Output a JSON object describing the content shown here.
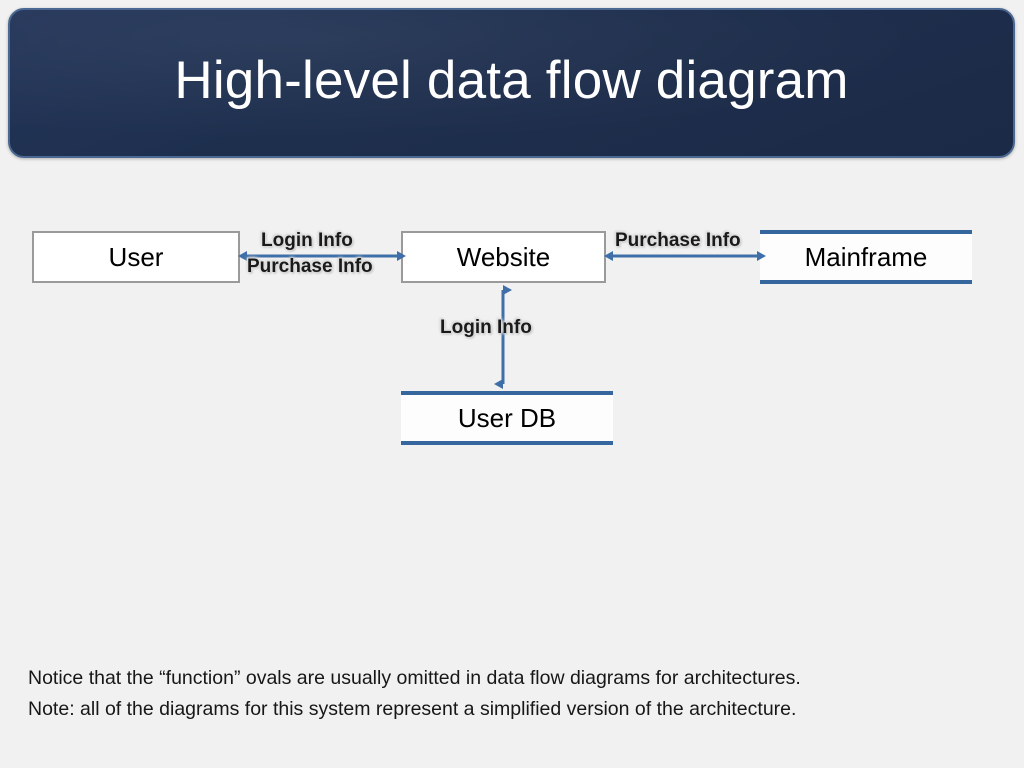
{
  "slide": {
    "background_color": "#f1f1f1",
    "title": "High-level data flow diagram",
    "title_banner_color": "#1e2f4e",
    "title_banner_border_color": "#4a6891",
    "title_text_color": "#ffffff"
  },
  "diagram": {
    "accent_color": "#35679e",
    "connector_color": "#3f6fa8",
    "rect_border_color": "#9a9a9a",
    "nodes": [
      {
        "id": "user",
        "label": "User",
        "shape": "rectangle"
      },
      {
        "id": "website",
        "label": "Website",
        "shape": "rectangle"
      },
      {
        "id": "mainframe",
        "label": "Mainframe",
        "shape": "data-store"
      },
      {
        "id": "userdb",
        "label": "User DB",
        "shape": "data-store"
      }
    ],
    "connectors": [
      {
        "id": "user-website",
        "from": "user",
        "to": "website",
        "direction": "bidirectional",
        "orientation": "horizontal",
        "labels": [
          "Login  Info",
          "Purchase Info"
        ]
      },
      {
        "id": "website-mainframe",
        "from": "website",
        "to": "mainframe",
        "direction": "bidirectional",
        "orientation": "horizontal",
        "labels": [
          "Purchase Info"
        ]
      },
      {
        "id": "website-userdb",
        "from": "website",
        "to": "userdb",
        "direction": "bidirectional",
        "orientation": "vertical",
        "labels": [
          "Login  Info"
        ]
      }
    ],
    "labels": {
      "login_info_user": "Login  Info",
      "purchase_info_user": "Purchase Info",
      "purchase_info_mainframe": "Purchase Info",
      "login_info_userdb": "Login  Info"
    }
  },
  "caption": {
    "line1": "Notice that the “function” ovals are usually omitted in data flow diagrams for architectures.",
    "line2": "Note: all of the diagrams for this system represent a simplified version of the architecture."
  }
}
